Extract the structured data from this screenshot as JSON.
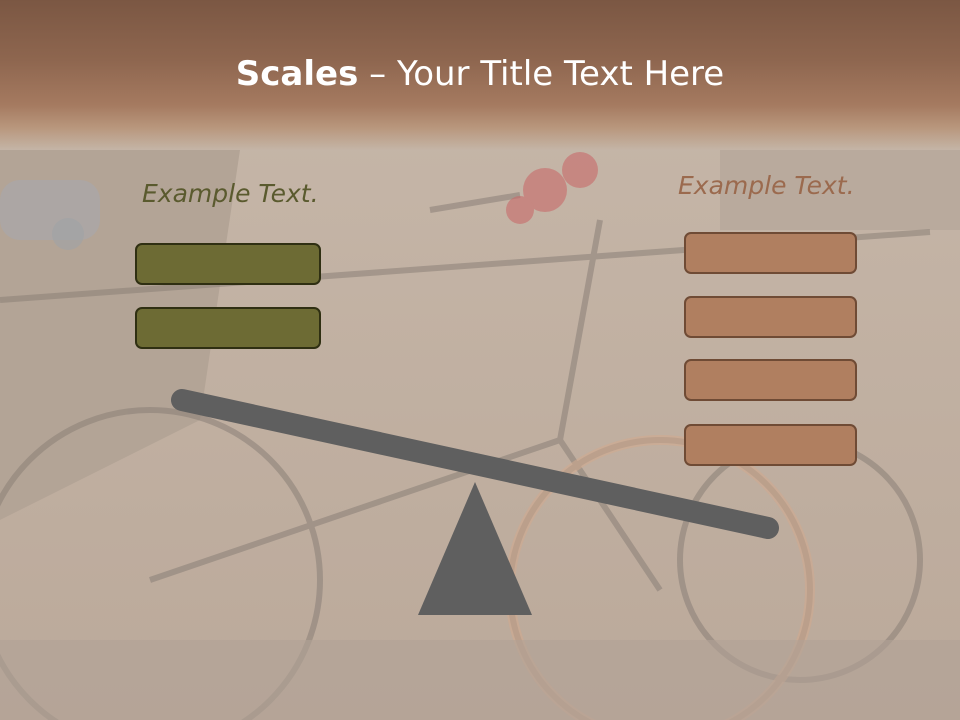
{
  "slide": {
    "title_strong": "Scales",
    "title_rest": " – Your Title Text Here",
    "left_label": "Example Text.",
    "right_label": "Example Text."
  },
  "colors": {
    "title_band": "#8e664f",
    "olive_box": "#6d6b34",
    "brown_box": "#b07f60",
    "beam": "#5f5f5f",
    "fulcrum": "#5f5f5f"
  },
  "elements": {
    "left_boxes": 2,
    "right_boxes": 4,
    "background": "bicycles by canal photo (faded)"
  }
}
